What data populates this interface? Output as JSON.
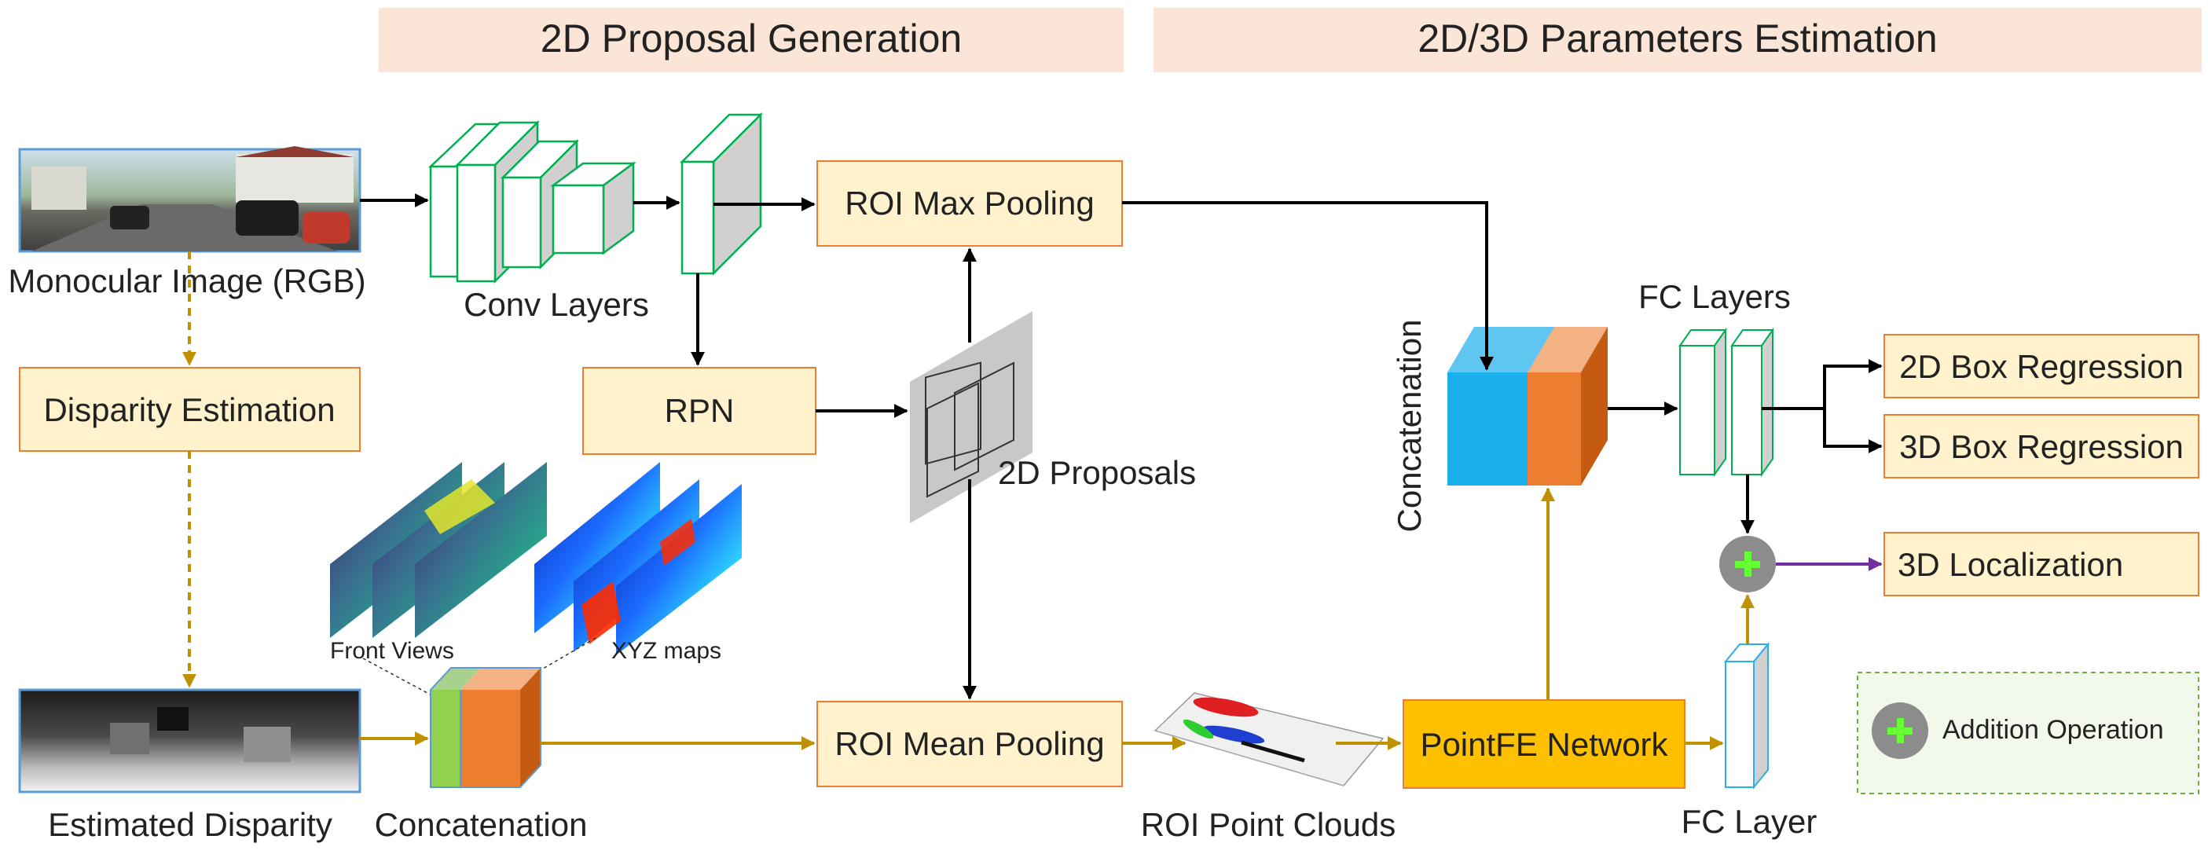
{
  "sections": {
    "proposal_generation": "2D Proposal Generation",
    "parameters_estimation": "2D/3D Parameters Estimation"
  },
  "inputs": {
    "monocular_image": "Monocular Image (RGB)",
    "estimated_disparity": "Estimated Disparity"
  },
  "modules": {
    "disparity_estimation": "Disparity Estimation",
    "conv_layers": "Conv Layers",
    "rpn": "RPN",
    "roi_max_pooling": "ROI Max Pooling",
    "roi_mean_pooling": "ROI Mean Pooling",
    "proposals_2d": "2D Proposals",
    "front_views": "Front Views",
    "xyz_maps": "XYZ maps",
    "concatenation_bottom": "Concatenation",
    "roi_point_clouds": "ROI Point Clouds",
    "pointfe_network": "PointFE Network",
    "fc_layer": "FC Layer",
    "concatenation_right": "Concatenation",
    "fc_layers": "FC Layers"
  },
  "outputs": {
    "box_2d": "2D Box Regression",
    "box_3d": "3D Box Regression",
    "localization_3d": "3D Localization"
  },
  "legend": {
    "addition_operation": "Addition Operation"
  },
  "colors": {
    "section_header": "#fbe5d6",
    "module_fill": "#fff2cc",
    "module_border": "#ed7d31",
    "pointfe_fill": "#ffc000",
    "gold_arrow": "#bf9000",
    "black_arrow": "#000000",
    "purple_arrow": "#7030a0",
    "concat_blue": "#1ab0ec",
    "concat_orange": "#ed7d31",
    "concat_green": "#92d050",
    "conv_green": "#00b050",
    "plus_green": "#66ff33",
    "plus_circle": "#8c8c8c"
  },
  "icons": {
    "addition": "plus-circle-icon"
  }
}
